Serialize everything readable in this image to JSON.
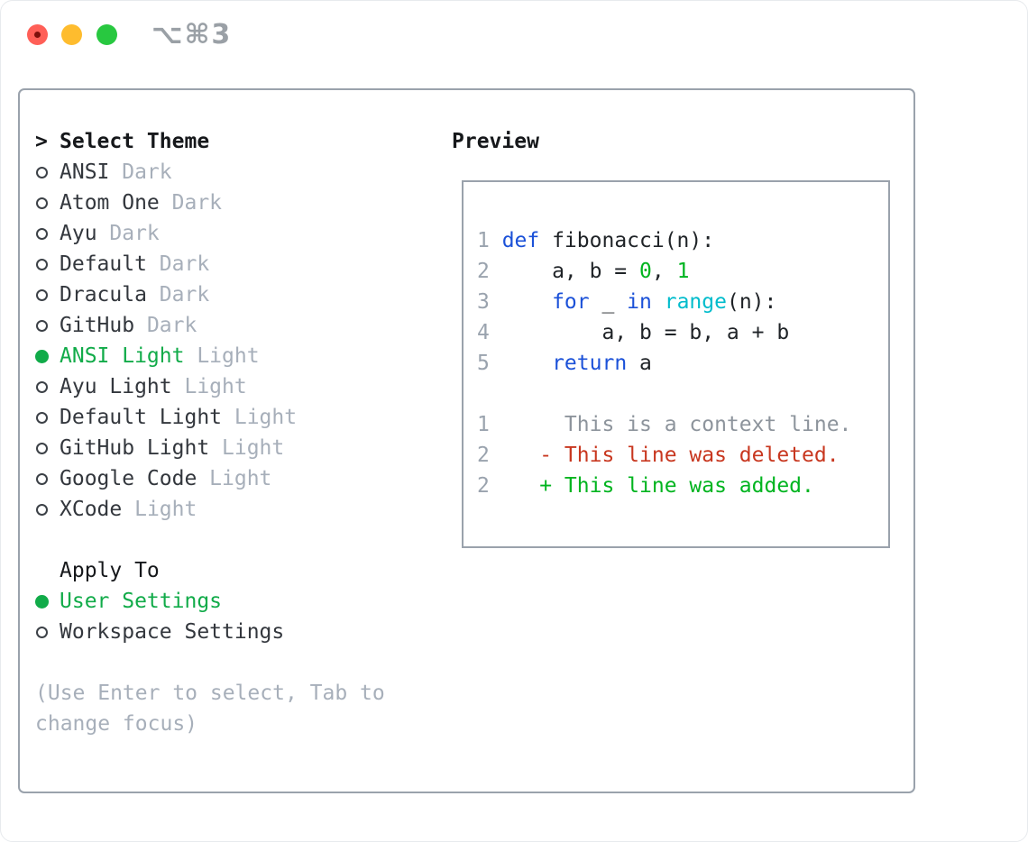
{
  "window": {
    "shortcut_label": "⌥⌘3",
    "traffic_lights": [
      {
        "name": "close-button",
        "color": "#ff5f57",
        "has_dot": true
      },
      {
        "name": "minimize-button",
        "color": "#febc2e",
        "has_dot": false
      },
      {
        "name": "zoom-button",
        "color": "#28c840",
        "has_dot": false
      }
    ]
  },
  "theme_panel": {
    "title_prefix": ">",
    "title": "Select Theme",
    "themes": [
      {
        "name": "ANSI",
        "tag": "Dark",
        "selected": false
      },
      {
        "name": "Atom One",
        "tag": "Dark",
        "selected": false
      },
      {
        "name": "Ayu",
        "tag": "Dark",
        "selected": false
      },
      {
        "name": "Default",
        "tag": "Dark",
        "selected": false
      },
      {
        "name": "Dracula",
        "tag": "Dark",
        "selected": false
      },
      {
        "name": "GitHub",
        "tag": "Dark",
        "selected": false
      },
      {
        "name": "ANSI Light",
        "tag": "Light",
        "selected": true
      },
      {
        "name": "Ayu Light",
        "tag": "Light",
        "selected": false
      },
      {
        "name": "Default Light",
        "tag": "Light",
        "selected": false
      },
      {
        "name": "GitHub Light",
        "tag": "Light",
        "selected": false
      },
      {
        "name": "Google Code",
        "tag": "Light",
        "selected": false
      },
      {
        "name": "XCode",
        "tag": "Light",
        "selected": false
      }
    ],
    "apply_to": {
      "title": "Apply To",
      "options": [
        {
          "label": "User Settings",
          "selected": true
        },
        {
          "label": "Workspace Settings",
          "selected": false
        }
      ]
    },
    "hint_lines": [
      "(Use Enter to select, Tab to",
      "change focus)"
    ]
  },
  "preview": {
    "title": "Preview",
    "lines": [
      {
        "num": "1",
        "segs": [
          [
            "kw",
            "def"
          ],
          [
            "plain",
            " fibonacci(n):"
          ]
        ]
      },
      {
        "num": "2",
        "segs": [
          [
            "plain",
            "    a, b = "
          ],
          [
            "num",
            "0"
          ],
          [
            "plain",
            ", "
          ],
          [
            "num",
            "1"
          ]
        ]
      },
      {
        "num": "3",
        "segs": [
          [
            "plain",
            "    "
          ],
          [
            "kw",
            "for"
          ],
          [
            "plain",
            " _ "
          ],
          [
            "kw",
            "in"
          ],
          [
            "plain",
            " "
          ],
          [
            "cls",
            "range"
          ],
          [
            "plain",
            "(n):"
          ]
        ]
      },
      {
        "num": "4",
        "segs": [
          [
            "plain",
            "        a, b = b, a + b"
          ]
        ]
      },
      {
        "num": "5",
        "segs": [
          [
            "plain",
            "    "
          ],
          [
            "kw",
            "return"
          ],
          [
            "plain",
            " a"
          ]
        ]
      },
      {
        "num": "",
        "segs": []
      },
      {
        "num": "1",
        "segs": [
          [
            "ctx",
            "     This is a context line."
          ]
        ]
      },
      {
        "num": "2",
        "segs": [
          [
            "del",
            "   - This line was deleted."
          ]
        ]
      },
      {
        "num": "2",
        "segs": [
          [
            "add",
            "   + This line was added."
          ]
        ]
      }
    ]
  },
  "colors": {
    "ui_green": "#11ab49",
    "code_green": "#00b41f",
    "code_red": "#c8371f",
    "code_blue": "#1b51d8",
    "code_cyan": "#00bccc",
    "code_plain": "#1f2327",
    "ctx_gray": "#8d949c",
    "line_num_gray": "#9aa3ae",
    "tag_gray": "#a7afba",
    "text_dark": "#33373d",
    "heading": "#16181b",
    "border_gray": "#9aa2ac",
    "circle_stroke": "#3c4147",
    "shortcut_gray": "#9aa0a6",
    "tl_red": "#ff5f57",
    "tl_red_dot": "#7d100b",
    "tl_yellow": "#febc2e",
    "tl_green": "#28c840"
  }
}
